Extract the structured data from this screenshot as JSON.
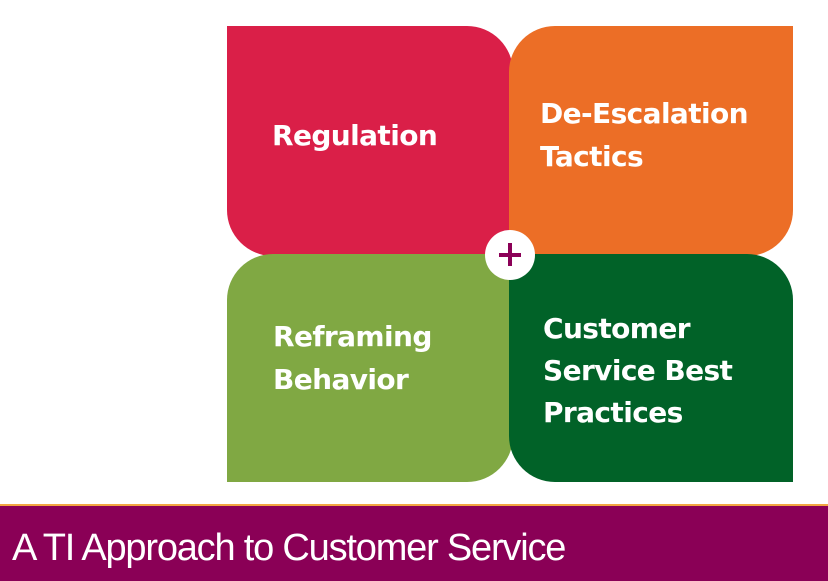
{
  "diagram": {
    "quadrants": [
      {
        "position": "top-left",
        "label": "Regulation",
        "color": "#DA1F48"
      },
      {
        "position": "top-right",
        "label": "De-Escalation\nTactics",
        "color": "#EC6E26"
      },
      {
        "position": "bottom-left",
        "label": "Reframing\nBehavior",
        "color": "#80A843"
      },
      {
        "position": "bottom-right",
        "label": "Customer\nService Best\nPractices",
        "color": "#016228"
      }
    ],
    "center_icon": "plus-icon",
    "center_icon_color": "#8B0057"
  },
  "banner": {
    "title": "A TI Approach to Customer Service",
    "background_color": "#8A0056",
    "accent_line_color": "#F2A541"
  }
}
